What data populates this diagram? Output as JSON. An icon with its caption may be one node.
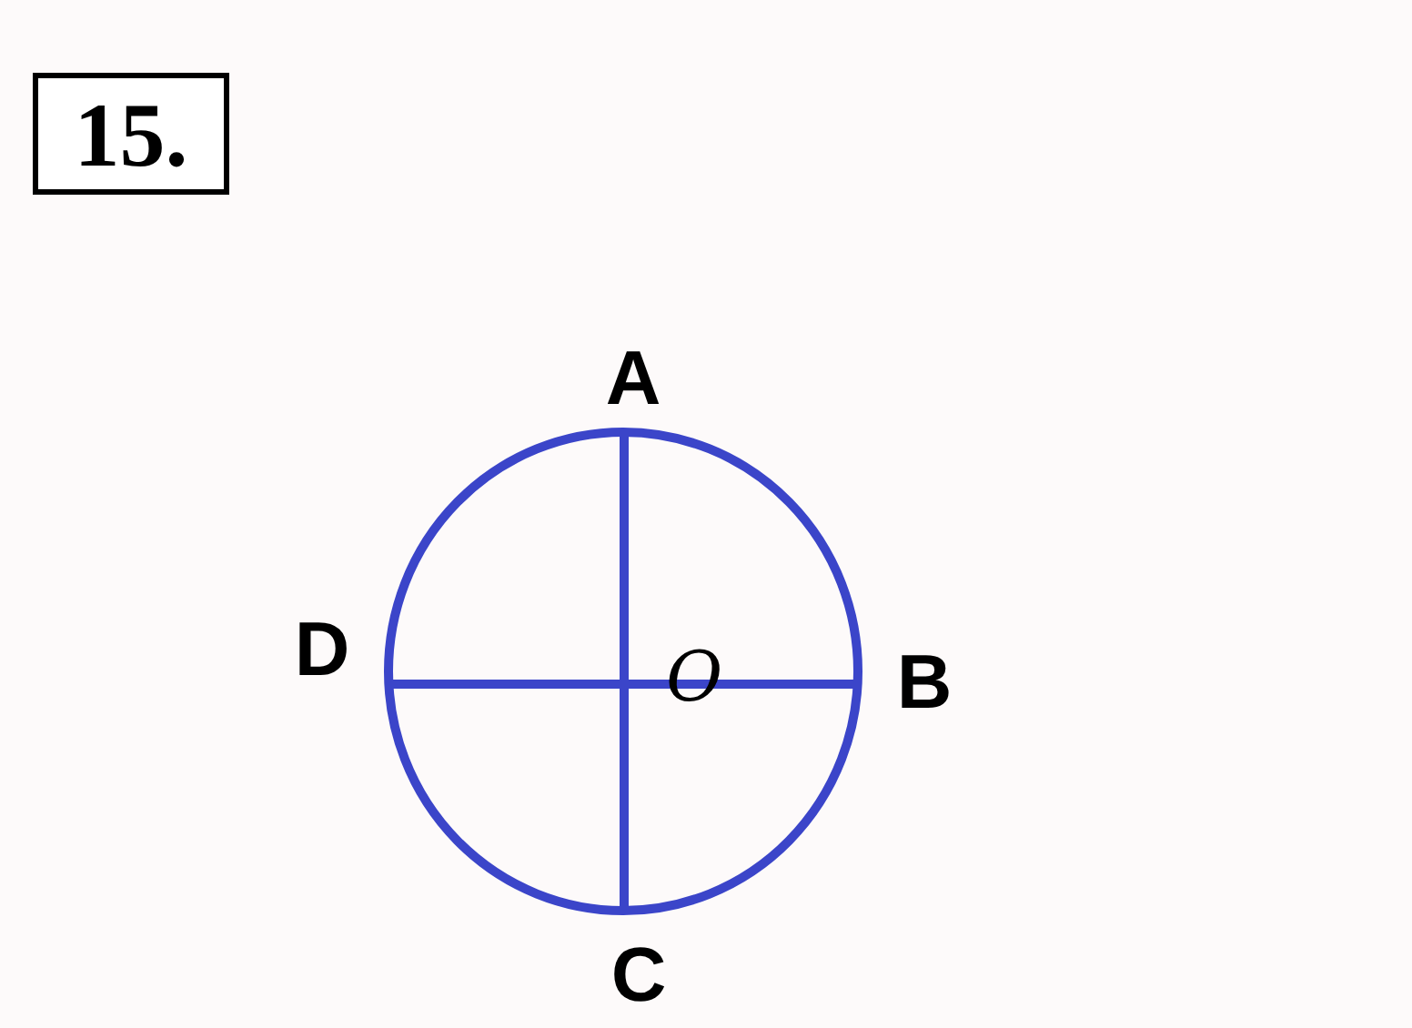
{
  "diagram": {
    "nodes": [
      {
        "text": [
          "15."
        ]
      },
      {
        "text": [
          "O"
        ],
        "beside": [
          "A",
          "B",
          "C",
          "D"
        ]
      }
    ]
  }
}
